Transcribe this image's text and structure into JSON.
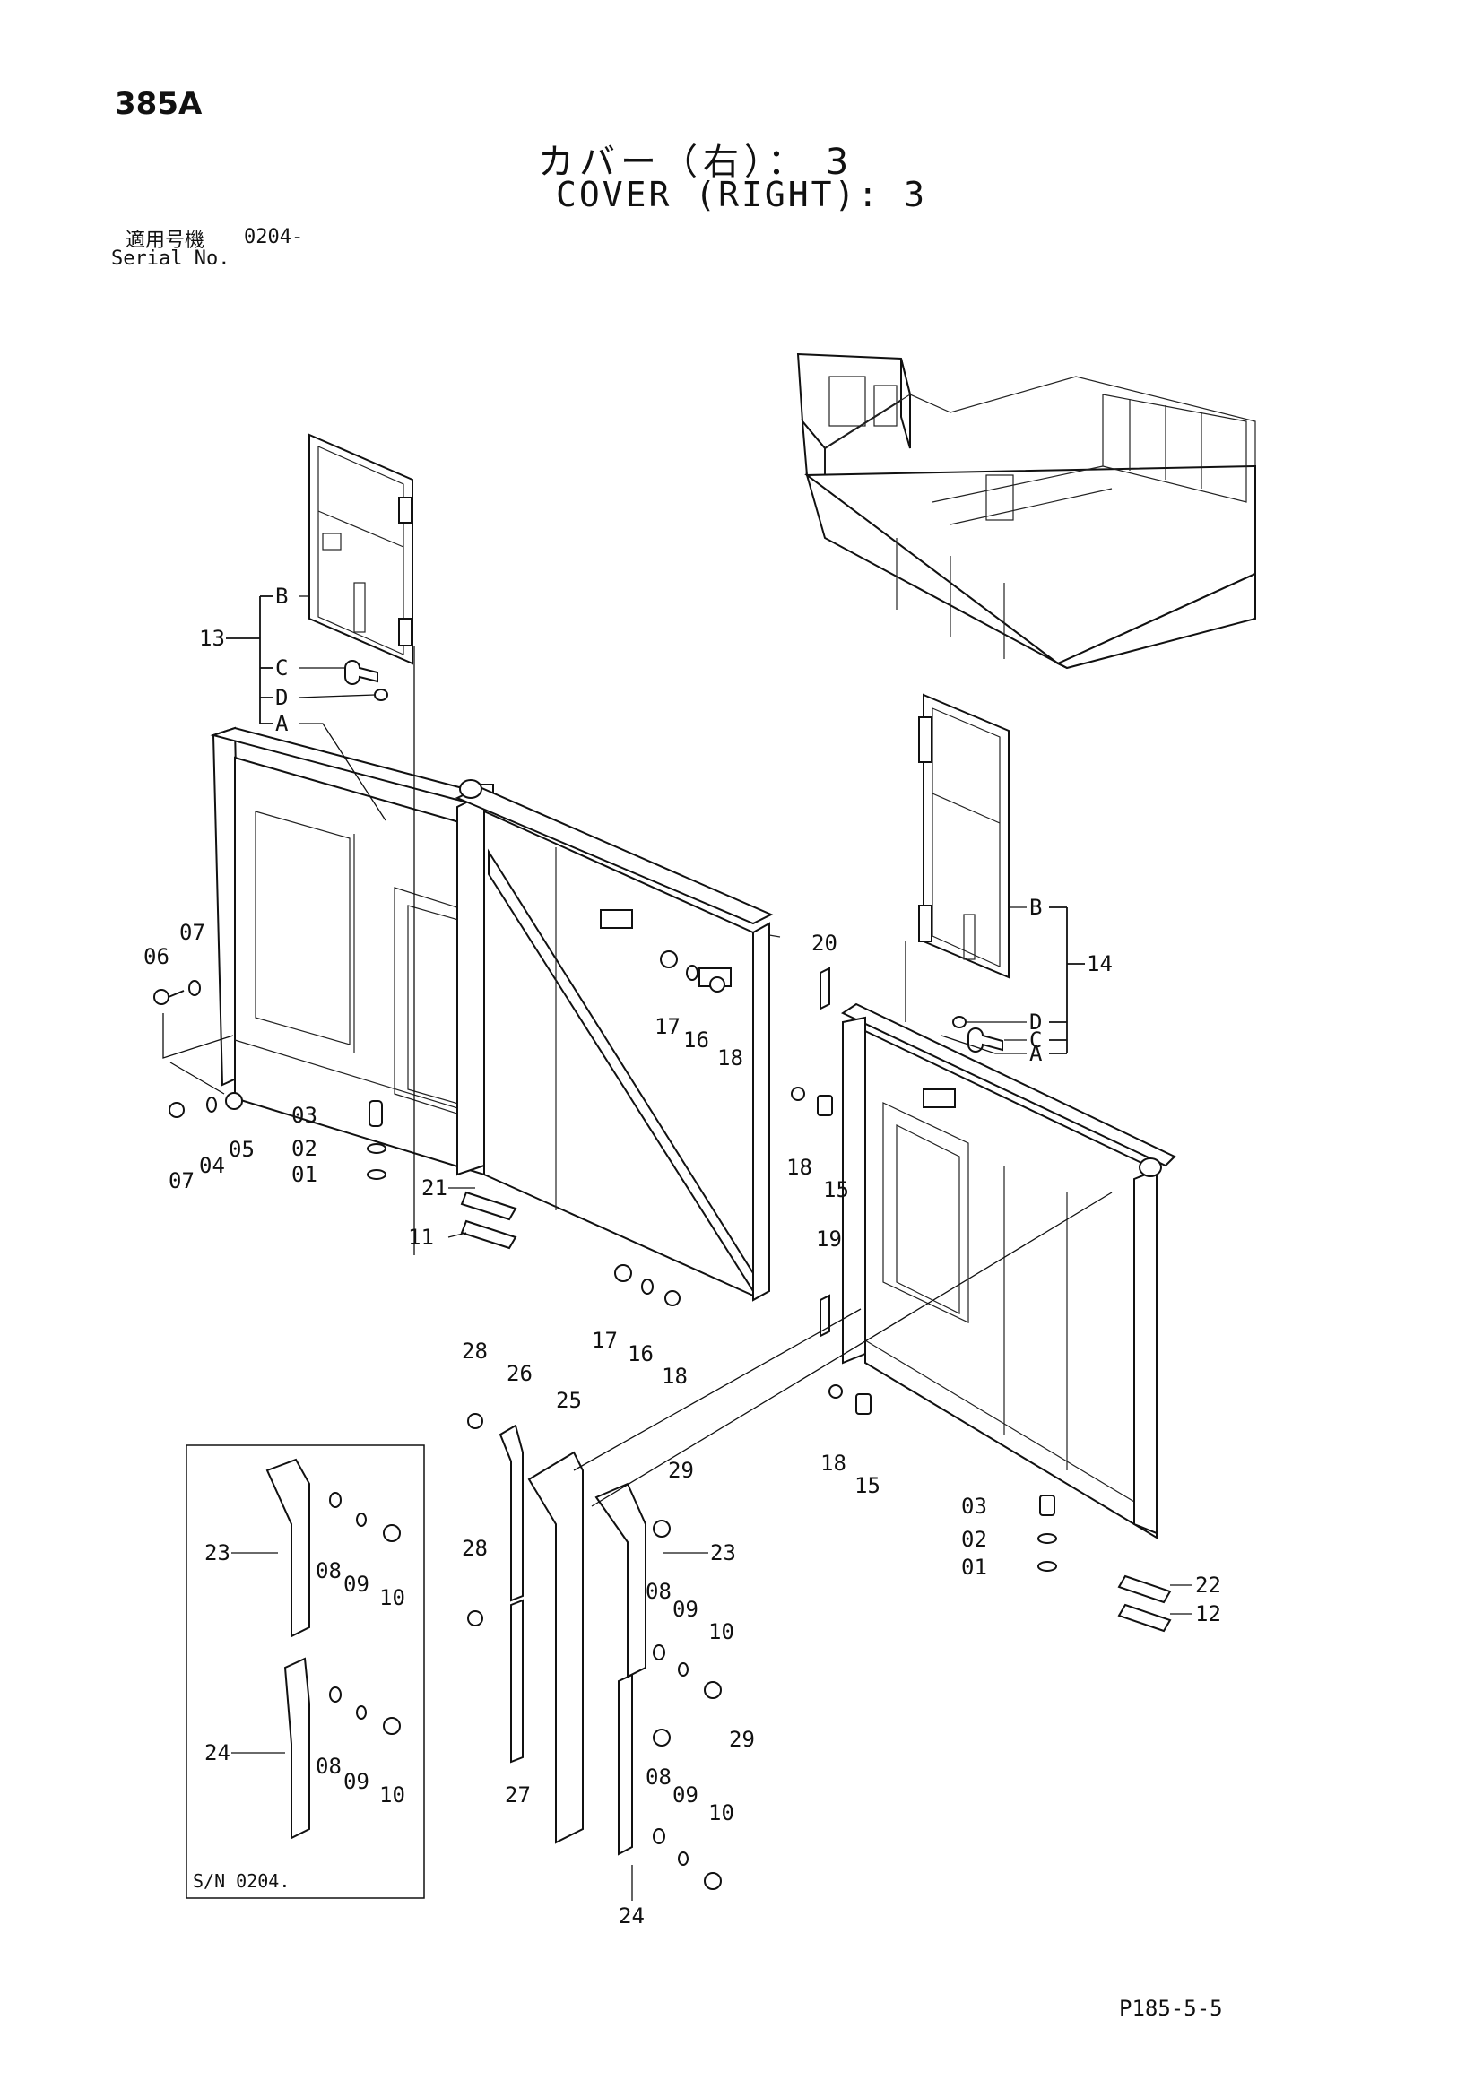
{
  "header": {
    "page_code": "385A",
    "title_jp": "カバー（右）： 3",
    "title_en": "COVER (RIGHT): 3",
    "serial_label_jp": "適用号機",
    "serial_value": "0204-",
    "serial_label_en": "Serial No."
  },
  "footer": {
    "page_ref": "P185-5-5"
  },
  "inset": {
    "label": "S/N 0204."
  },
  "callouts": [
    "13",
    "B",
    "C",
    "D",
    "A",
    "14",
    "B",
    "D",
    "C",
    "A",
    "06",
    "07",
    "07",
    "04",
    "05",
    "03",
    "02",
    "01",
    "21",
    "11",
    "17",
    "16",
    "18",
    "20",
    "18",
    "15",
    "19",
    "17",
    "16",
    "18",
    "18",
    "15",
    "03",
    "02",
    "01",
    "22",
    "12",
    "28",
    "26",
    "25",
    "28",
    "27",
    "29",
    "23",
    "08",
    "09",
    "10",
    "29",
    "08",
    "09",
    "10",
    "24",
    "23",
    "08",
    "09",
    "10",
    "24",
    "08",
    "09",
    "10"
  ]
}
